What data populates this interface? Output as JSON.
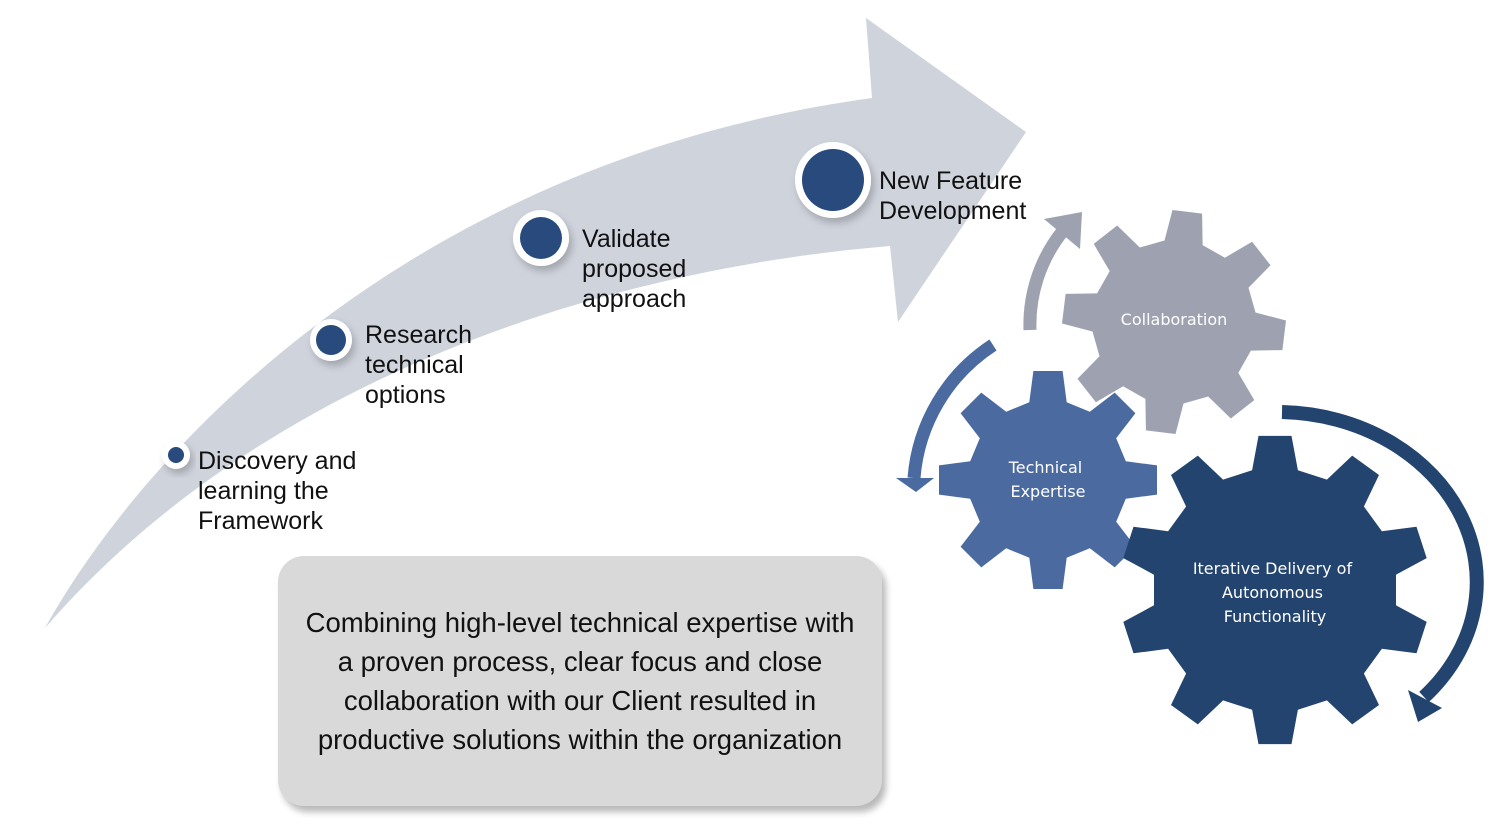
{
  "colors": {
    "arrow": "#cfd3dc",
    "step_dot": "#284a7c",
    "gear_collaboration": "#9ea2b0",
    "gear_technical": "#4a6aa0",
    "gear_iterative": "#23446e",
    "cycle_arrow_gray": "#9ea2b0",
    "cycle_arrow_blue": "#4a6aa0",
    "cycle_arrow_navy": "#23446e",
    "callout_bg": "#d9d9d9"
  },
  "steps": [
    {
      "lines": [
        "Discovery and",
        "learning the",
        "Framework"
      ]
    },
    {
      "lines": [
        "Research",
        "technical",
        "options"
      ]
    },
    {
      "lines": [
        "Validate",
        "proposed",
        "approach"
      ]
    },
    {
      "lines": [
        "New Feature",
        "Development"
      ]
    }
  ],
  "gears": {
    "collaboration": {
      "lines": [
        "Collaboration"
      ]
    },
    "technical": {
      "lines": [
        "Technical",
        "Expertise"
      ]
    },
    "iterative": {
      "lines": [
        "Iterative Delivery of",
        "Autonomous",
        "Functionality"
      ]
    }
  },
  "callout": {
    "text": "Combining high-level technical expertise with a proven process, clear focus and close collaboration with our Client resulted in productive solutions within the organization"
  }
}
